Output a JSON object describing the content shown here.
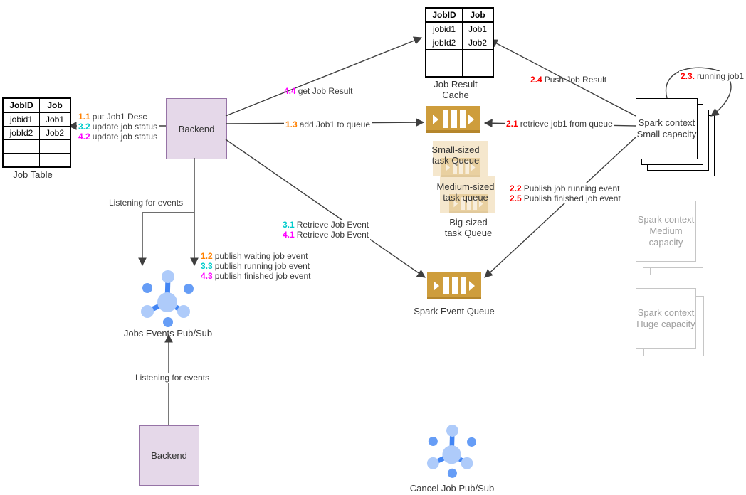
{
  "tables": {
    "job_table": {
      "caption": "Job Table",
      "headers": [
        "JobID",
        "Job"
      ],
      "rows": [
        [
          "jobid1",
          "Job1"
        ],
        [
          "jobId2",
          "Job2"
        ],
        [
          "",
          ""
        ],
        [
          "",
          ""
        ]
      ]
    },
    "job_result_cache": {
      "caption_line1": "Job Result",
      "caption_line2": "Cache",
      "headers": [
        "JobID",
        "Job"
      ],
      "rows": [
        [
          "jobid1",
          "Job1"
        ],
        [
          "jobId2",
          "Job2"
        ],
        [
          "",
          ""
        ],
        [
          "",
          ""
        ]
      ]
    }
  },
  "nodes": {
    "backend_top": "Backend",
    "backend_bottom": "Backend",
    "small_queue": {
      "line1": "Small-sized",
      "line2": "task Queue"
    },
    "medium_queue": {
      "line1": "Medium-sized",
      "line2": "task queue"
    },
    "big_queue": {
      "line1": "Big-sized",
      "line2": "task Queue"
    },
    "spark_event_queue": "Spark Event Queue",
    "spark_small": {
      "line1": "Spark context",
      "line2": "Small capacity"
    },
    "spark_medium": {
      "line1": "Spark context",
      "line2": "Medium",
      "line3": "capacity"
    },
    "spark_huge": {
      "line1": "Spark context",
      "line2": "Huge capacity"
    },
    "jobs_pubsub": "Jobs Events Pub/Sub",
    "cancel_pubsub": "Cancel Job Pub/Sub"
  },
  "edges": {
    "put_job_desc": {
      "num": "1.1",
      "text": "put Job1 Desc"
    },
    "update_status_3_2": {
      "num": "3.2",
      "text": "update job status"
    },
    "update_status_4_2": {
      "num": "4.2",
      "text": "update job status"
    },
    "get_job_result": {
      "num": "4.4",
      "text": "get Job Result"
    },
    "add_job_to_queue": {
      "num": "1.3",
      "text": "add Job1 to queue"
    },
    "retrieve_job_from_queue": {
      "num": "2.1",
      "text": "retrieve job1 from queue"
    },
    "push_job_result": {
      "num": "2.4",
      "text": "Push Job Result"
    },
    "running_job": {
      "num": "2.3.",
      "text": "running job1"
    },
    "publish_job_running": {
      "num": "2.2",
      "text": "Publish job running event"
    },
    "publish_finished_job": {
      "num": "2.5",
      "text": "Publish finished job event"
    },
    "retrieve_job_event_3_1": {
      "num": "3.1",
      "text": "Retrieve Job Event"
    },
    "retrieve_job_event_4_1": {
      "num": "4.1",
      "text": "Retrieve Job Event"
    },
    "publish_waiting": {
      "num": "1.2",
      "text": "publish waiting job event"
    },
    "publish_running": {
      "num": "3.3",
      "text": "publish running job event"
    },
    "publish_finished": {
      "num": "4.3",
      "text": "publish finished job event"
    },
    "listening_top": "Listening for events",
    "listening_bottom": "Listening for events"
  },
  "colors": {
    "step1_orange": "#FF8000",
    "step2_red": "#FF0000",
    "step3_cyan": "#00CCCC",
    "step4_magenta": "#FF00FF",
    "queue_gold": "#CE9D3C",
    "queue_gold_dark": "#B5862C",
    "queue_faded_tan": "#F5E7CD",
    "backend_fill": "#E5D8E9",
    "backend_border": "#9673A6",
    "pubsub_light_blue": "#AECBFA",
    "pubsub_mid_blue": "#669DF6",
    "pubsub_dark_blue": "#4285F4",
    "line_gray": "#3F3F3F"
  }
}
